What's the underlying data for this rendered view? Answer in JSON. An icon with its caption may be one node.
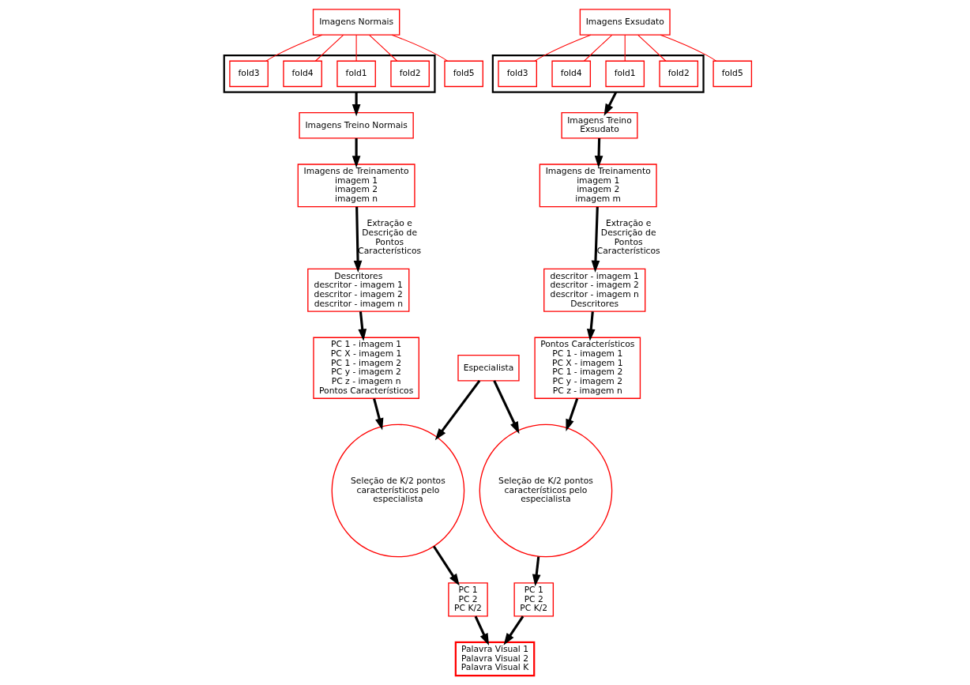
{
  "diagram": {
    "nodes": [
      {
        "text": [
          "Imagens Normais"
        ]
      },
      {
        "text": [
          "Imagens Exsudato"
        ]
      },
      {
        "text": [],
        "shape": "box"
      },
      {
        "text": [
          "fold1"
        ],
        "in": 2
      },
      {
        "text": [
          "fold2"
        ],
        "in": 2
      },
      {
        "text": [
          "fold3"
        ],
        "in": 2
      },
      {
        "text": [
          "fold4"
        ],
        "in": 2
      },
      {
        "text": [
          "fold5"
        ]
      },
      {
        "text": [],
        "shape": "box"
      },
      {
        "text": [
          "fold1"
        ],
        "in": 8
      },
      {
        "text": [
          "fold2"
        ],
        "in": 8
      },
      {
        "text": [
          "fold3"
        ],
        "in": 8
      },
      {
        "text": [
          "fold4"
        ],
        "in": 8
      },
      {
        "text": [
          "fold5"
        ]
      },
      {
        "text": [
          "Imagens Treino Normais"
        ]
      },
      {
        "text": [
          "Imagens Treino Exsudato"
        ]
      },
      {
        "text": [
          "Imagens de Treinamento",
          "imagem 1",
          "imagem 2",
          "imagem n"
        ]
      },
      {
        "text": [
          "Imagens de Treinamento",
          "imagem 1",
          "imagem 2",
          "imagem m"
        ]
      },
      {
        "text": [
          "Descritores",
          "descritor - imagem 1",
          "descritor - imagem 2",
          "descritor - imagem n"
        ]
      },
      {
        "text": [
          "descritor - imagem 1",
          "descritor - imagem 2",
          "descritor - imagem n",
          "Descritores"
        ]
      },
      {
        "text": [
          "Pontos Característicos",
          "PC 1 - imagem 1",
          "PC X - imagem 1",
          "PC 1 - imagem 2",
          "PC y - imagem 2",
          "PC z - imagem n"
        ]
      },
      {
        "text": [
          "PC 1 - imagem 1",
          "PC X - imagem 1",
          "PC 1 - imagem 2",
          "PC y - imagem 2",
          "PC z - imagem n",
          "Pontos Característicos"
        ]
      },
      {
        "text": [
          "Seleção de K/2 pontos característicos pelo especialista"
        ]
      },
      {
        "text": [
          "Seleção de K/2 pontos característicos pelo especialista"
        ]
      },
      {
        "text": [
          "Especialista"
        ]
      },
      {
        "text": [
          "PC 1",
          "PC 2",
          "PC K/2"
        ]
      },
      {
        "text": [
          "PC 1",
          "PC 2",
          "PC K/2"
        ]
      },
      {
        "text": [
          "Palavra Visual 1",
          "Palavra Visual 2",
          "Palavra Visual K"
        ]
      }
    ],
    "edges": [
      {
        "from": 0,
        "to": 3,
        "arrow": "none",
        "color": "#ff0000"
      },
      {
        "from": 0,
        "to": 4,
        "arrow": "none",
        "color": "#ff0000"
      },
      {
        "from": 0,
        "to": 5,
        "arrow": "none",
        "color": "#ff0000"
      },
      {
        "from": 0,
        "to": 6,
        "arrow": "none",
        "color": "#ff0000"
      },
      {
        "from": 0,
        "to": 7,
        "arrow": "none",
        "color": "#ff0000"
      },
      {
        "from": 1,
        "to": 9,
        "arrow": "none",
        "color": "#ff0000"
      },
      {
        "from": 1,
        "to": 10,
        "arrow": "none",
        "color": "#ff0000"
      },
      {
        "from": 1,
        "to": 11,
        "arrow": "none",
        "color": "#ff0000"
      },
      {
        "from": 1,
        "to": 12,
        "arrow": "none",
        "color": "#ff0000"
      },
      {
        "from": 1,
        "to": 13,
        "arrow": "none",
        "color": "#ff0000"
      },
      {
        "from": 2,
        "to": 14,
        "arrow": "to"
      },
      {
        "from": 8,
        "to": 15,
        "arrow": "to"
      },
      {
        "from": 14,
        "to": 16,
        "arrow": "to"
      },
      {
        "from": 15,
        "to": 17,
        "arrow": "to"
      },
      {
        "from": 16,
        "to": 18,
        "arrow": "to",
        "label": "Extração e Descrição de Pontos Característicos"
      },
      {
        "from": 17,
        "to": 19,
        "arrow": "to",
        "label": "Extração e Descrição de Pontos Característicos"
      },
      {
        "from": 18,
        "to": 21,
        "arrow": "to"
      },
      {
        "from": 19,
        "to": 20,
        "arrow": "to"
      },
      {
        "from": 20,
        "to": 22,
        "arrow": "to"
      },
      {
        "from": 21,
        "to": 23,
        "arrow": "to"
      },
      {
        "from": 24,
        "to": 22,
        "arrow": "to"
      },
      {
        "from": 24,
        "to": 23,
        "arrow": "to"
      },
      {
        "from": 22,
        "to": 25,
        "arrow": "to"
      },
      {
        "from": 23,
        "to": 26,
        "arrow": "to"
      },
      {
        "from": 25,
        "to": 27,
        "arrow": "to"
      },
      {
        "from": 26,
        "to": 27,
        "arrow": "to"
      }
    ]
  }
}
